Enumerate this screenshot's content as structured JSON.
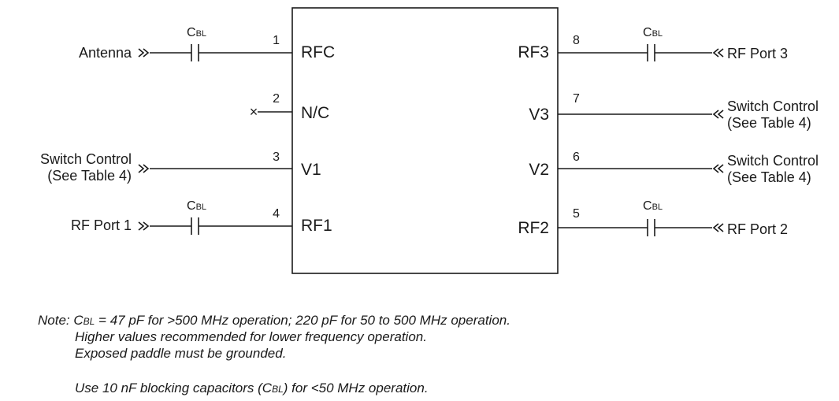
{
  "ic": {
    "left_pins": [
      {
        "num": "1",
        "name": "RFC"
      },
      {
        "num": "2",
        "name": "N/C"
      },
      {
        "num": "3",
        "name": "V1"
      },
      {
        "num": "4",
        "name": "RF1"
      }
    ],
    "right_pins": [
      {
        "num": "8",
        "name": "RF3"
      },
      {
        "num": "7",
        "name": "V3"
      },
      {
        "num": "6",
        "name": "V2"
      },
      {
        "num": "5",
        "name": "RF2"
      }
    ]
  },
  "signals": {
    "antenna": "Antenna",
    "switch_control": "Switch Control",
    "see_table": "(See Table 4)",
    "rf_port_1": "RF Port 1",
    "rf_port_2": "RF Port 2",
    "rf_port_3": "RF Port 3"
  },
  "capacitor": {
    "main": "C",
    "sub": "BL"
  },
  "nc_mark": "×",
  "note": {
    "line1_prefix": "Note: C",
    "line1_sub": "BL",
    "line1_rest": " = 47 pF for >500 MHz operation; 220 pF for 50 to 500 MHz operation.",
    "line2": "Higher values recommended for lower frequency operation.",
    "line3": "Exposed paddle must be grounded.",
    "line4_prefix": "Use 10 nF blocking capacitors (C",
    "line4_sub": "BL",
    "line4_rest": ") for <50 MHz operation."
  }
}
